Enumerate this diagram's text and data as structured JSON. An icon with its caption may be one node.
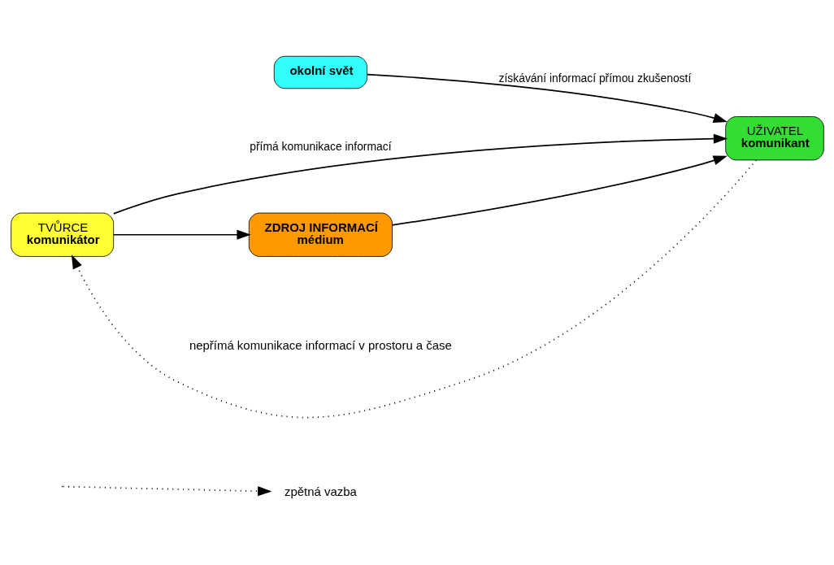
{
  "diagram": {
    "nodes": [
      {
        "text": [
          "okolní svět"
        ]
      },
      {
        "text": [
          "TVŮRCE",
          "komunikátor"
        ]
      },
      {
        "text": [
          "UŽIVATEL",
          "komunikant"
        ]
      },
      {
        "text": [
          "ZDROJ INFORMACÍ",
          "médium"
        ]
      }
    ],
    "edges": [
      {
        "from": 0,
        "to": 2,
        "arrow": "to",
        "label": "získávání informací přímou zkušeností"
      },
      {
        "from": 1,
        "to": 2,
        "arrow": "to",
        "label": "přímá komunikace informací"
      },
      {
        "from": 2,
        "to": 1,
        "arrow": "to",
        "style": "dashed"
      },
      {
        "from": 1,
        "to": 3,
        "arrow": "to"
      },
      {
        "from": 3,
        "to": 2,
        "arrow": "to"
      }
    ],
    "labels": [
      "nepřímá komunikace informací v prostoru a čase"
    ],
    "legend": [
      {
        "text": "zpětná vazba"
      }
    ]
  }
}
